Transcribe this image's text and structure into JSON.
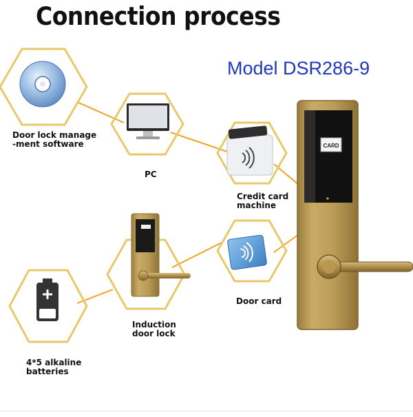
{
  "title": "Connection process",
  "model": "Model DSR286-9",
  "nodes": {
    "software": {
      "label_lines": [
        "Door lock manage",
        "-ment software"
      ],
      "icon": "cd-disc-icon"
    },
    "pc": {
      "label": "PC",
      "icon": "monitor-icon"
    },
    "card_machine": {
      "label_lines": [
        "Credit card",
        "machine"
      ],
      "icon": "card-encoder-icon"
    },
    "door_card": {
      "label": "Door card",
      "icon": "rfid-card-icon"
    },
    "induction_lock": {
      "label_lines": [
        "Induction",
        "door lock"
      ],
      "icon": "door-lock-icon"
    },
    "batteries": {
      "label_lines": [
        "4*5 alkaline",
        "batteries"
      ],
      "icon": "battery-icon"
    }
  },
  "lock_panel_text": "CARD",
  "colors": {
    "hexagon_stroke": "#e8c86a",
    "connector": "#f0a21e",
    "model_text": "#1f37b8",
    "lock_gold": "#b99a52"
  }
}
